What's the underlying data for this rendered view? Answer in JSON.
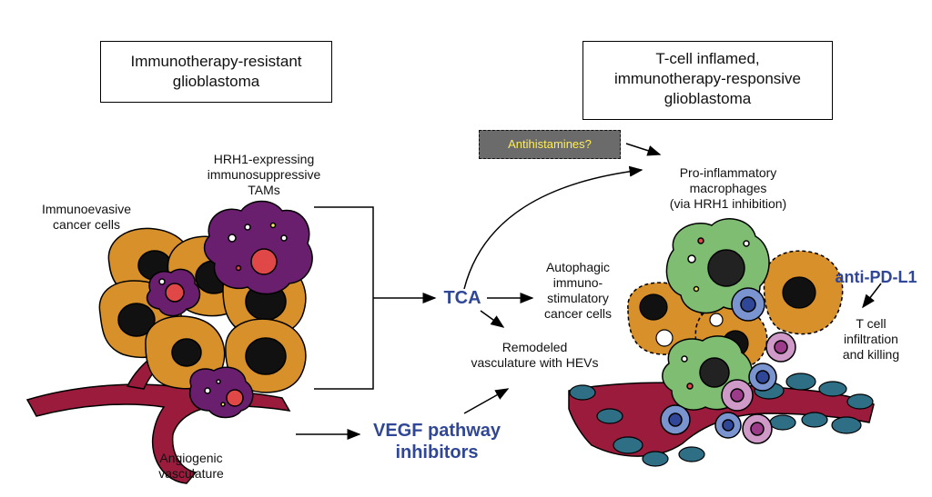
{
  "titles": {
    "left_line1": "Immunotherapy-resistant",
    "left_line2": "glioblastoma",
    "right_line1": "T-cell inflamed,",
    "right_line2": "immunotherapy-responsive",
    "right_line3": "glioblastoma"
  },
  "labels": {
    "tams_1": "HRH1-expressing",
    "tams_2": "immunosuppressive",
    "tams_3": "TAMs",
    "cancer_1": "Immunoevasive",
    "cancer_2": "cancer cells",
    "vasc_1": "Angiogenic",
    "vasc_2": "vasculature",
    "tca": "TCA",
    "vegf_1": "VEGF pathway",
    "vegf_2": "inhibitors",
    "antihistamines": "Antihistamines?",
    "proinf_1": "Pro-inflammatory",
    "proinf_2": "macrophages",
    "proinf_3": "(via HRH1 inhibition)",
    "auto_1": "Autophagic",
    "auto_2": "immuno-",
    "auto_3": "stimulatory",
    "auto_4": "cancer cells",
    "remod_1": "Remodeled",
    "remod_2": "vasculature with HEVs",
    "pdl1": "anti-PD-L1",
    "tcell_1": "T cell",
    "tcell_2": "infiltration",
    "tcell_3": "and killing"
  },
  "colors": {
    "cancer_cell": "#d8902a",
    "nucleus": "#111111",
    "tam": "#6a1f6e",
    "tam_nucleus": "#e04848",
    "vessel": "#9b1b3c",
    "green_macrophage": "#7fbe72",
    "tcell_blue": "#7a94cf",
    "tcell_pink": "#cf9ac7",
    "endothelial": "#2f6f86",
    "accent_blue": "#2f4796"
  }
}
